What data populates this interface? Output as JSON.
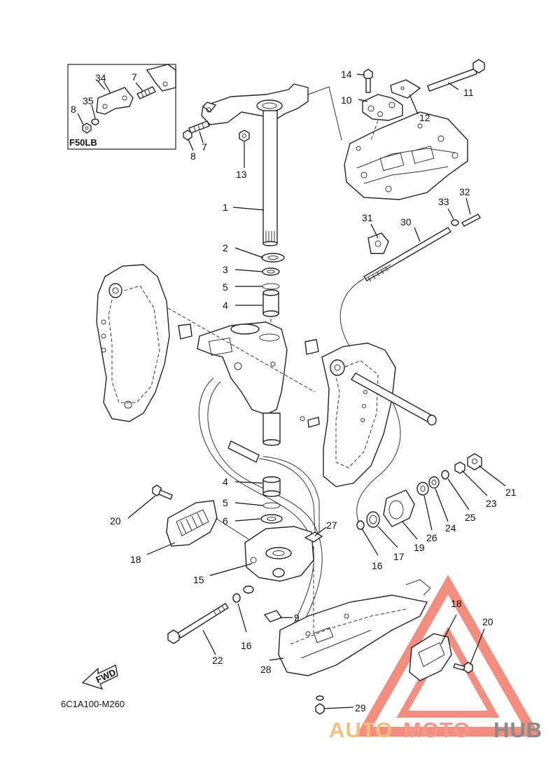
{
  "diagram": {
    "inset_title": "F50LB",
    "reference_code": "6C1A100-M260",
    "fwd_label": "FWD",
    "watermark": {
      "part1": "AUTO",
      "part2": "MOTO",
      "part3": "HUB",
      "colors": {
        "auto": "#f6c07c",
        "moto": "#f29a8a",
        "hub": "#8a8a8a",
        "triangle": "#f07a6a"
      }
    },
    "callouts": {
      "c1": "1",
      "c2": "2",
      "c3": "3",
      "c4a": "4",
      "c4b": "4",
      "c5a": "5",
      "c5b": "5",
      "c6": "6",
      "c7a": "7",
      "c7b": "7",
      "c8a": "8",
      "c8b": "8",
      "c9": "9",
      "c10": "10",
      "c11": "11",
      "c12": "12",
      "c13": "13",
      "c14": "14",
      "c15": "15",
      "c16a": "16",
      "c16b": "16",
      "c17": "17",
      "c18a": "18",
      "c18b": "18",
      "c19": "19",
      "c20a": "20",
      "c20b": "20",
      "c21": "21",
      "c22": "22",
      "c23": "23",
      "c24": "24",
      "c25": "25",
      "c26": "26",
      "c27": "27",
      "c28": "28",
      "c29": "29",
      "c30": "30",
      "c31": "31",
      "c32": "32",
      "c33": "33",
      "c34": "34",
      "c35": "35"
    }
  }
}
